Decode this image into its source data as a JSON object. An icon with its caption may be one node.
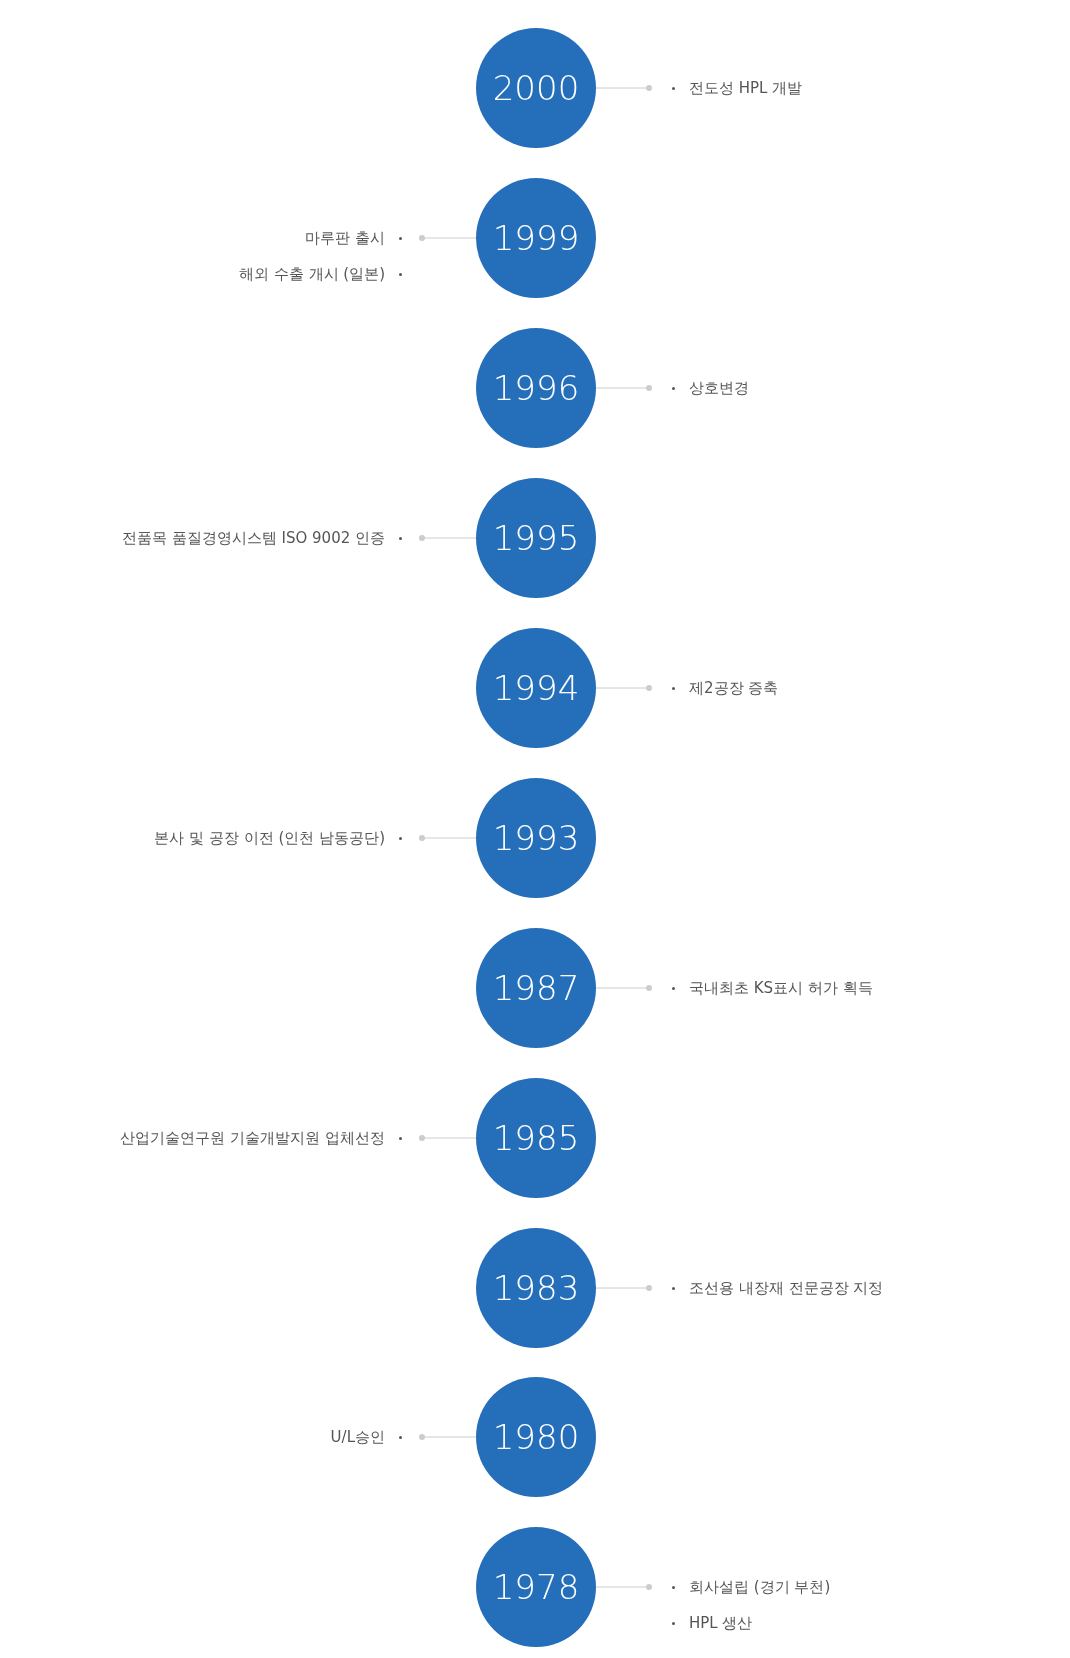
{
  "diagram": {
    "nodes": [
      {
        "text": [
          "2000"
        ]
      },
      {
        "text": [
          "전도성 HPL 개발"
        ]
      },
      {
        "text": [
          "1999"
        ]
      },
      {
        "text": [
          "마루판 출시",
          "해외 수출 개시 (일본)"
        ]
      },
      {
        "text": [
          "1996"
        ]
      },
      {
        "text": [
          "상호변경"
        ]
      },
      {
        "text": [
          "1995"
        ]
      },
      {
        "text": [
          "전품목 품질경영시스템 ISO 9002 인증"
        ]
      },
      {
        "text": [
          "1994"
        ]
      },
      {
        "text": [
          "제2공장 증축"
        ]
      },
      {
        "text": [
          "1993"
        ]
      },
      {
        "text": [
          "본사 및 공장 이전 (인천 남동공단)"
        ]
      },
      {
        "text": [
          "1987"
        ]
      },
      {
        "text": [
          "국내최초 KS표시 허가 획득"
        ]
      },
      {
        "text": [
          "1985"
        ]
      },
      {
        "text": [
          "산업기술연구원 기술개발지원 업체선정"
        ]
      },
      {
        "text": [
          "1983"
        ]
      },
      {
        "text": [
          "조선용 내장재 전문공장 지정"
        ]
      },
      {
        "text": [
          "1980"
        ]
      },
      {
        "text": [
          "U/L승인"
        ]
      },
      {
        "text": [
          "1978"
        ]
      },
      {
        "text": [
          "회사설립 (경기 부천)",
          "HPL 생산"
        ]
      }
    ],
    "edges": [
      {
        "from": 0,
        "to": 1,
        "arrow": "other"
      },
      {
        "from": 2,
        "to": 3,
        "arrow": "other"
      },
      {
        "from": 4,
        "to": 5,
        "arrow": "other"
      },
      {
        "from": 6,
        "to": 7,
        "arrow": "other"
      },
      {
        "from": 8,
        "to": 9,
        "arrow": "other"
      },
      {
        "from": 10,
        "to": 11,
        "arrow": "other"
      },
      {
        "from": 12,
        "to": 13,
        "arrow": "other"
      },
      {
        "from": 14,
        "to": 15,
        "arrow": "other"
      },
      {
        "from": 16,
        "to": 17,
        "arrow": "other"
      },
      {
        "from": 18,
        "to": 19,
        "arrow": "other"
      },
      {
        "from": 20,
        "to": 21,
        "arrow": "other"
      }
    ]
  }
}
